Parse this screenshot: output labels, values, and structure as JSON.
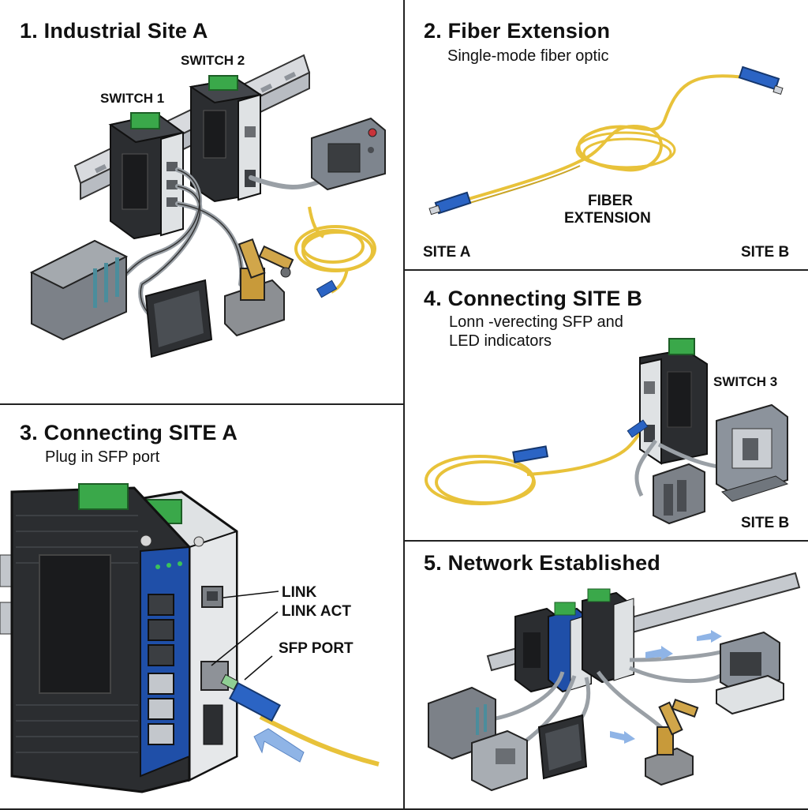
{
  "panels": {
    "p1": {
      "title": "1. Industrial Site A",
      "labels": {
        "switch1": "SWITCH 1",
        "switch2": "SWITCH 2"
      }
    },
    "p2": {
      "title": "2. Fiber Extension",
      "subtitle": "Single-mode fiber optic",
      "labels": {
        "center_line1": "FIBER",
        "center_line2": "EXTENSION",
        "site_a": "SITE A",
        "site_b": "SITE B"
      }
    },
    "p3": {
      "title": "3. Connecting SITE A",
      "subtitle": "Plug in SFP port",
      "labels": {
        "link": "LINK",
        "link_act": "LINK ACT",
        "sfp_port": "SFP PORT"
      }
    },
    "p4": {
      "title": "4. Connecting SITE B",
      "subtitle_line1": "Lonn -verecting SFP and",
      "subtitle_line2": "LED indicators",
      "labels": {
        "switch3": "SWITCH 3",
        "site_b": "SITE B"
      }
    },
    "p5": {
      "title": "5. Network Established"
    }
  },
  "colors": {
    "fiber_yellow": "#e8c23a",
    "connector_blue": "#2b64c4",
    "switch_body": "#2b2d30",
    "terminal_green": "#3aa84a",
    "plc_gray": "#7c8188",
    "panel_border": "#222222",
    "flow_arrow": "#8fb4e6"
  }
}
